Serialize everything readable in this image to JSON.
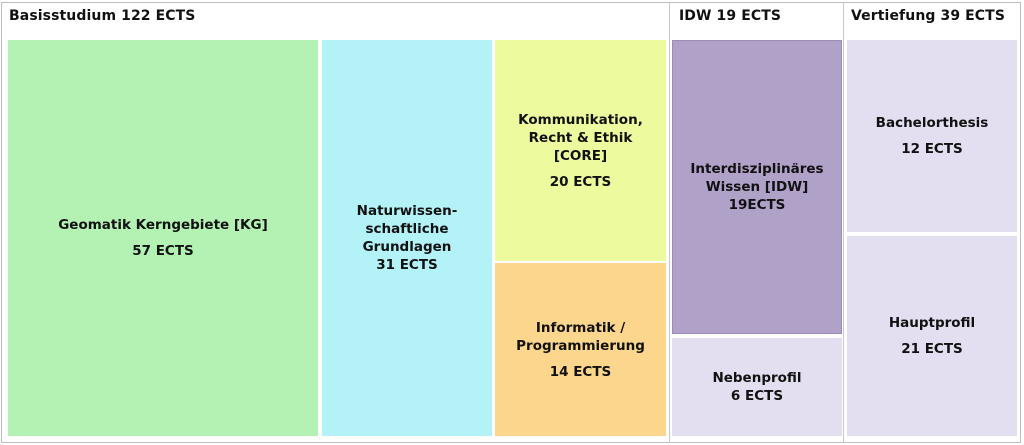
{
  "sections": {
    "basis": {
      "title": "Basisstudium 122 ECTS"
    },
    "idw": {
      "title": "IDW  19 ECTS"
    },
    "vertiefung": {
      "title": "Vertiefung 39 ECTS"
    }
  },
  "boxes": {
    "kg": {
      "name": "Geomatik Kerngebiete [KG]",
      "ects": "57 ECTS",
      "color": "#b3f2b3"
    },
    "nat": {
      "name": "Naturwissen-\nschaftliche\nGrundlagen",
      "ects": "31 ECTS",
      "color": "#b3f2f7"
    },
    "core": {
      "name": "Kommunikation,\nRecht & Ethik\n[CORE]",
      "ects": "20 ECTS",
      "color": "#edfa9e"
    },
    "inf": {
      "name": "Informatik /\nProgrammierung",
      "ects": "14 ECTS",
      "color": "#fbd68c"
    },
    "idw": {
      "name": "Interdisziplinäres\nWissen [IDW]",
      "ects": "19ECTS",
      "color": "#b0a1c9"
    },
    "neben": {
      "name": "Nebenprofil",
      "ects": "6 ECTS",
      "color": "#e3dff0"
    },
    "bach": {
      "name": "Bachelorthesis",
      "ects": "12 ECTS",
      "color": "#e3dff0"
    },
    "haupt": {
      "name": "Hauptprofil",
      "ects": "21 ECTS",
      "color": "#e3dff0"
    }
  }
}
